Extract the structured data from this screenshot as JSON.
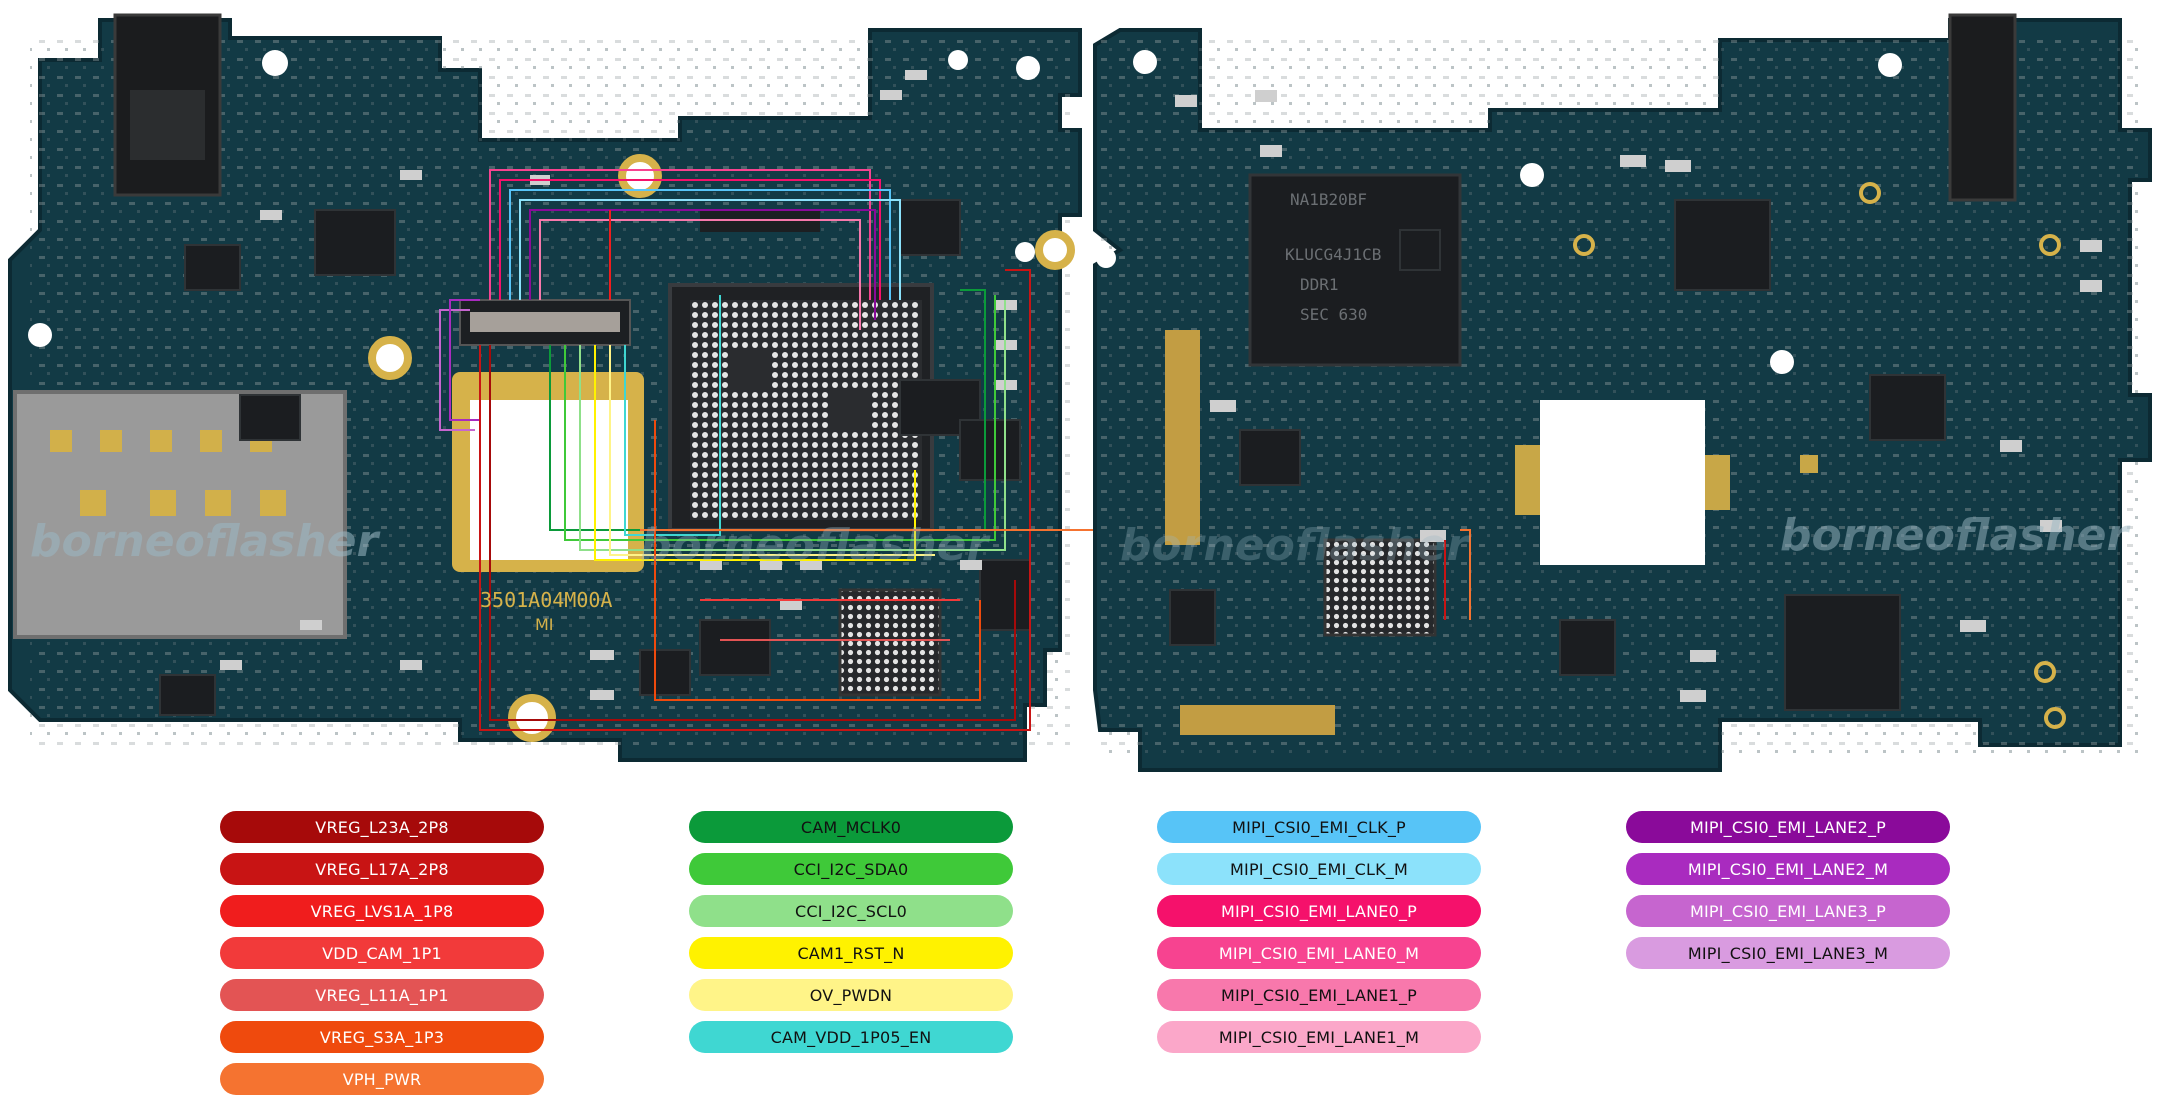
{
  "board": {
    "part_number": "3501A04M00A",
    "brand_mark": "MI",
    "watermark": "borneoflasher",
    "chip_marks": [
      "NA1B20BF",
      "KLUCG4J1CB",
      "DDR1",
      "SEC 630"
    ],
    "colors": {
      "pcb": "#123a45",
      "pcb_edge": "#0c2a33",
      "gold": "#d6b24a",
      "silver": "#cfcfcf",
      "chip": "#1b1d20"
    }
  },
  "legend": {
    "columns": [
      [
        {
          "label": "VREG_L23A_2P8",
          "color": "#a60a0a",
          "text_color": "#ffffff"
        },
        {
          "label": "VREG_L17A_2P8",
          "color": "#c81414",
          "text_color": "#ffffff"
        },
        {
          "label": "VREG_LVS1A_1P8",
          "color": "#f01d1d",
          "text_color": "#ffffff"
        },
        {
          "label": "VDD_CAM_1P1",
          "color": "#f23a3a",
          "text_color": "#ffffff"
        },
        {
          "label": "VREG_L11A_1P1",
          "color": "#e35454",
          "text_color": "#ffffff"
        },
        {
          "label": "VREG_S3A_1P3",
          "color": "#ef4a0d",
          "text_color": "#ffffff"
        },
        {
          "label": "VPH_PWR",
          "color": "#f57330",
          "text_color": "#ffffff"
        }
      ],
      [
        {
          "label": "CAM_MCLK0",
          "color": "#0b9a3a",
          "text_color": "#111111"
        },
        {
          "label": "CCI_I2C_SDA0",
          "color": "#3fc939",
          "text_color": "#111111"
        },
        {
          "label": "CCI_I2C_SCL0",
          "color": "#8fe08a",
          "text_color": "#111111"
        },
        {
          "label": "CAM1_RST_N",
          "color": "#fff200",
          "text_color": "#111111"
        },
        {
          "label": "OV_PWDN",
          "color": "#fff488",
          "text_color": "#111111"
        },
        {
          "label": "CAM_VDD_1P05_EN",
          "color": "#3fd7d2",
          "text_color": "#111111"
        }
      ],
      [
        {
          "label": "MIPI_CSI0_EMI_CLK_P",
          "color": "#57c4f7",
          "text_color": "#111111"
        },
        {
          "label": "MIPI_CSI0_EMI_CLK_M",
          "color": "#8ce2fb",
          "text_color": "#111111"
        },
        {
          "label": "MIPI_CSI0_EMI_LANE0_P",
          "color": "#f5116b",
          "text_color": "#ffffff"
        },
        {
          "label": "MIPI_CSI0_EMI_LANE0_M",
          "color": "#f74390",
          "text_color": "#ffffff"
        },
        {
          "label": "MIPI_CSI0_EMI_LANE1_P",
          "color": "#f878ac",
          "text_color": "#111111"
        },
        {
          "label": "MIPI_CSI0_EMI_LANE1_M",
          "color": "#fba7c9",
          "text_color": "#111111"
        }
      ],
      [
        {
          "label": "MIPI_CSI0_EMI_LANE2_P",
          "color": "#8a0a9a",
          "text_color": "#ffffff"
        },
        {
          "label": "MIPI_CSI0_EMI_LANE2_M",
          "color": "#a92bbf",
          "text_color": "#ffffff"
        },
        {
          "label": "MIPI_CSI0_EMI_LANE3_P",
          "color": "#c665cf",
          "text_color": "#ffffff"
        },
        {
          "label": "MIPI_CSI0_EMI_LANE3_M",
          "color": "#d99be0",
          "text_color": "#111111"
        }
      ]
    ]
  }
}
